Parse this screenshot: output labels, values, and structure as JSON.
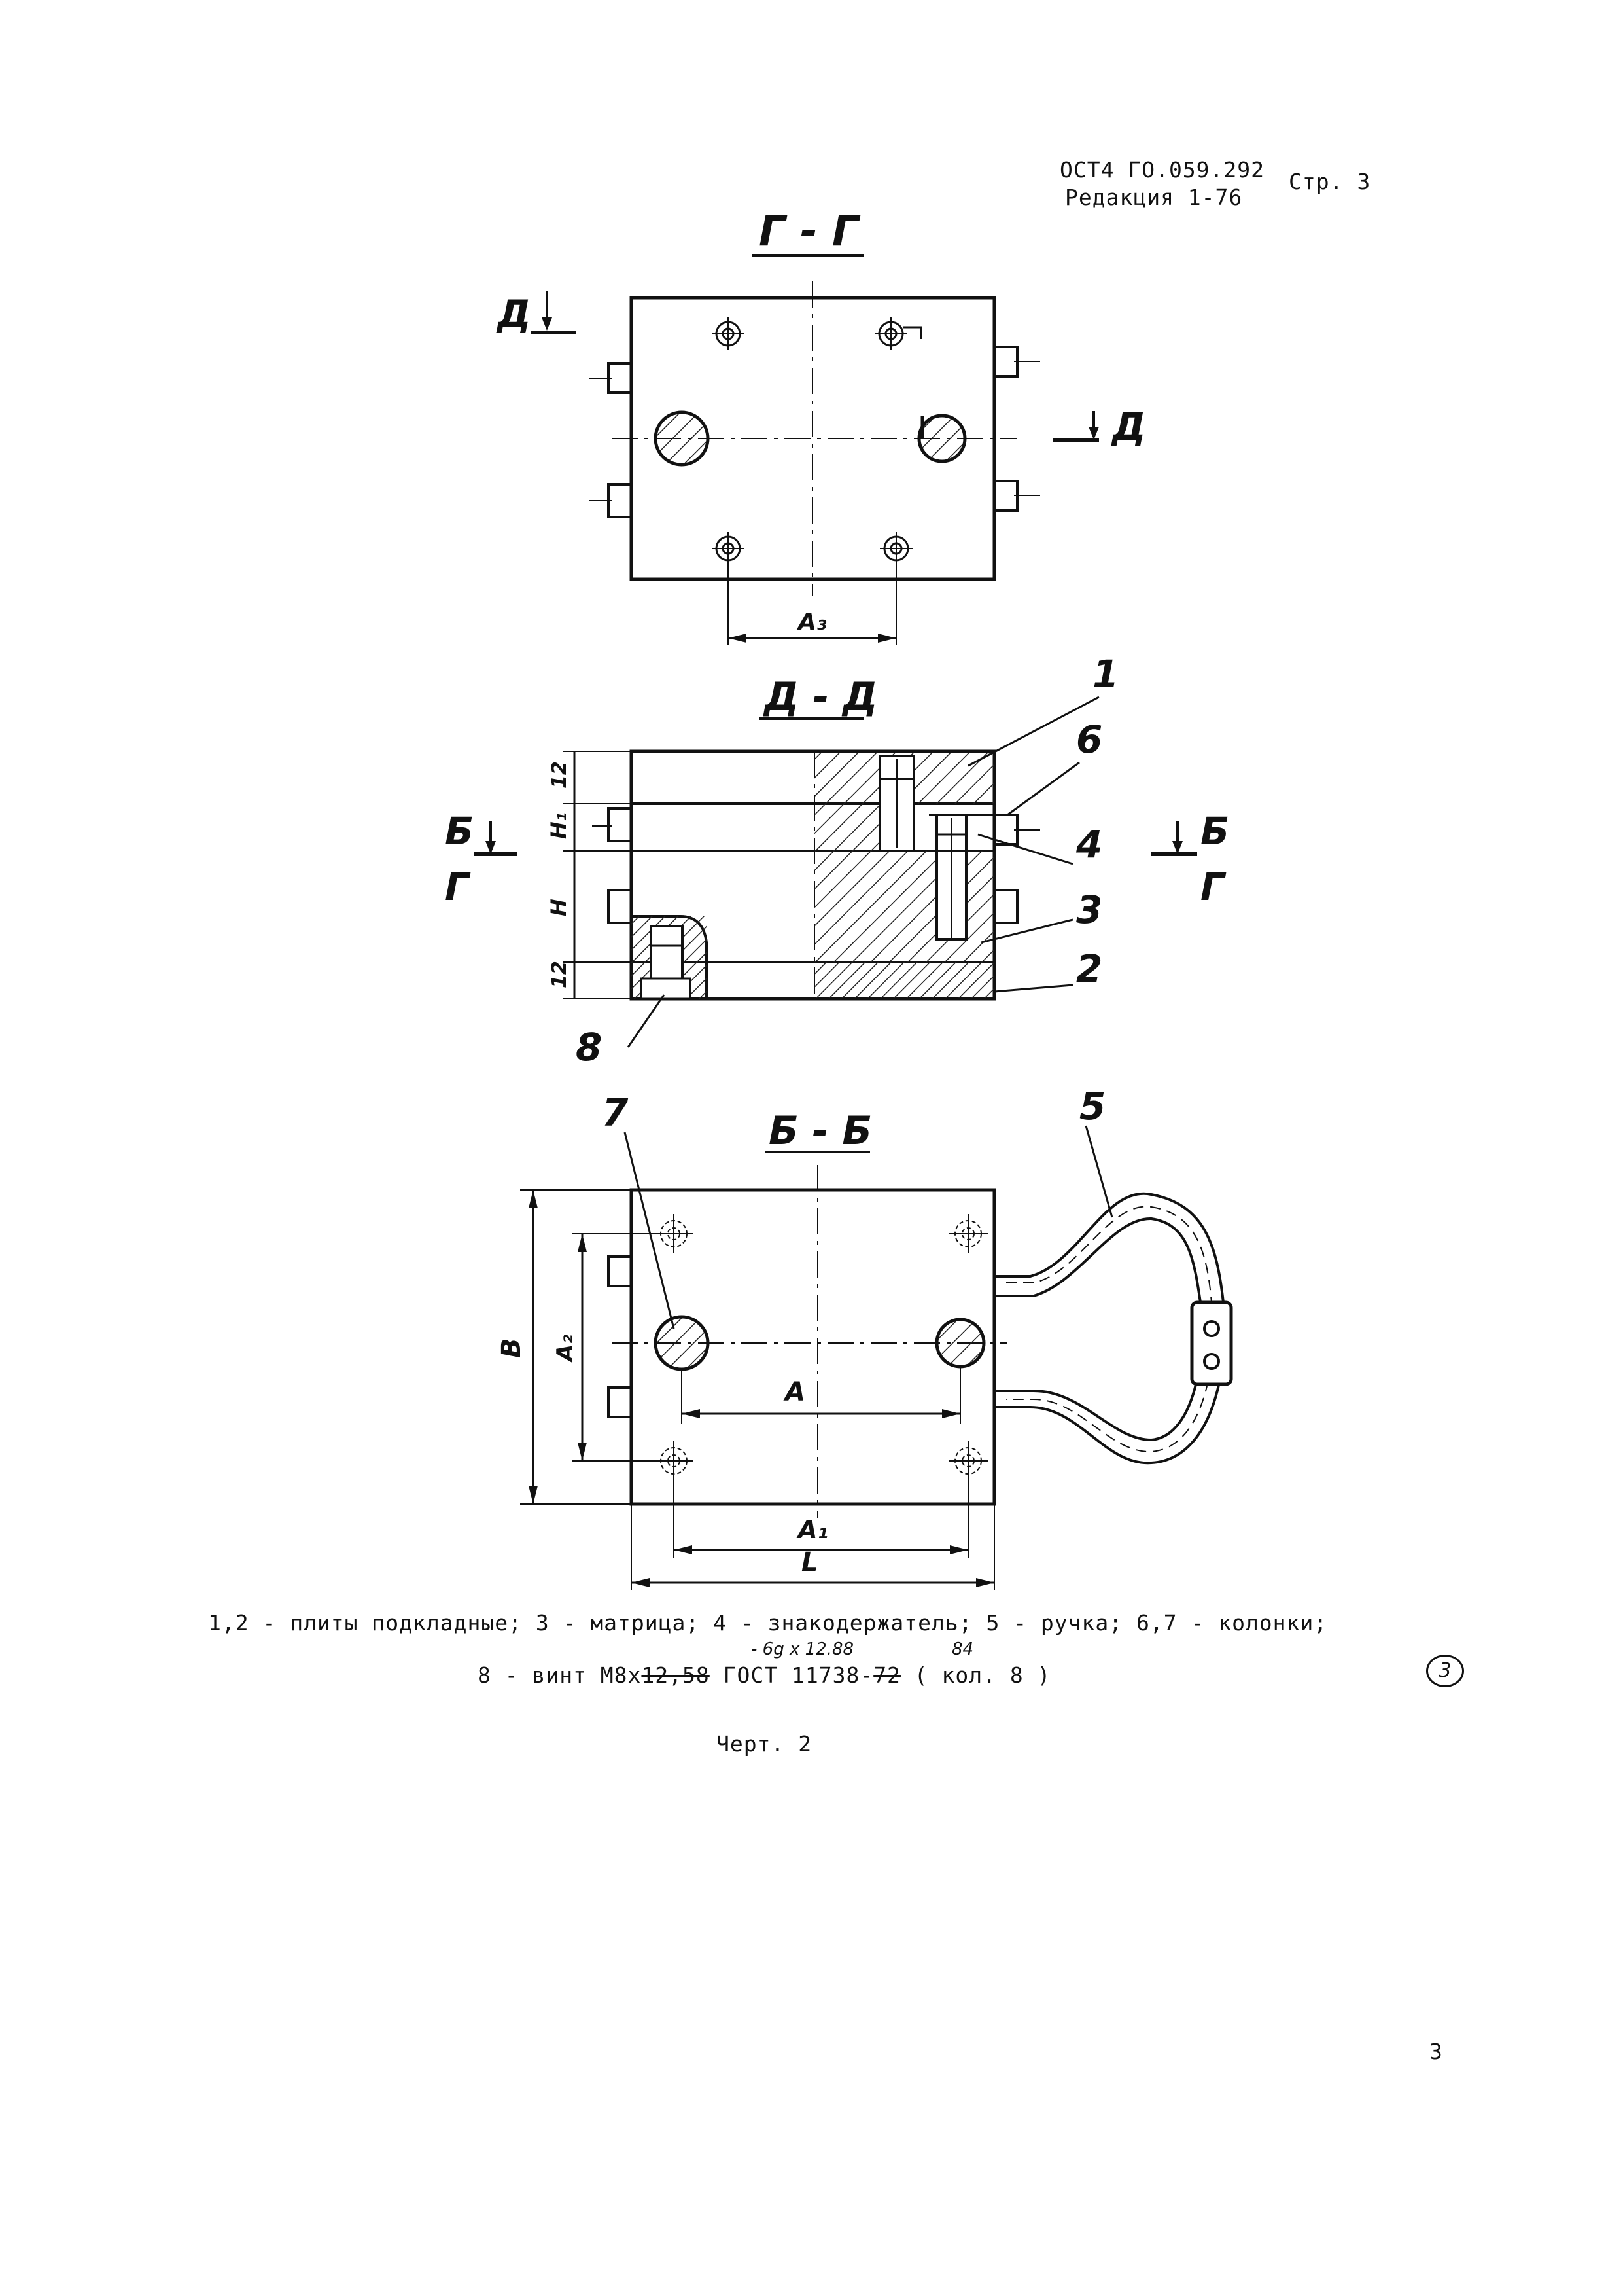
{
  "header": {
    "doc_number": "ОСТ4 ГО.059.292",
    "revision": "Редакция 1-76",
    "page_ref": "Стр. 3"
  },
  "views": {
    "top_section": "Г - Г",
    "middle_section": "Д - Д",
    "bottom_section": "Б - Б"
  },
  "cut_marks": {
    "d_left": "Д",
    "d_right": "Д",
    "b_left": "Б",
    "g_left": "Г",
    "b_right": "Б",
    "g_right": "Г"
  },
  "dimensions": {
    "a3": "A₃",
    "h1_12": "12",
    "h1": "H₁",
    "h": "H",
    "h_12_bottom": "12",
    "b": "B",
    "a2": "A₂",
    "a": "A",
    "a1": "A₁",
    "l": "L"
  },
  "callouts": {
    "c1": "1",
    "c6": "6",
    "c4": "4",
    "c3": "3",
    "c2": "2",
    "c8": "8",
    "c7": "7",
    "c5": "5"
  },
  "caption": {
    "line1": "1,2 - плиты подкладные;  3 - матрица;  4 - знакодержатель;  5 - ручка;  6,7 - колонки;",
    "line2_prefix": "8 - винт  М8х",
    "line2_struck": "12,58",
    "line2_mid": " ГОСТ 11738-",
    "line2_struck2": "72",
    "line2_suffix": " ( кол. 8 )",
    "handwritten_note1": "- 6g x 12.88",
    "handwritten_note2": "84",
    "circled_revision": "3"
  },
  "figure_label": "Черт. 2",
  "page_number": "3"
}
